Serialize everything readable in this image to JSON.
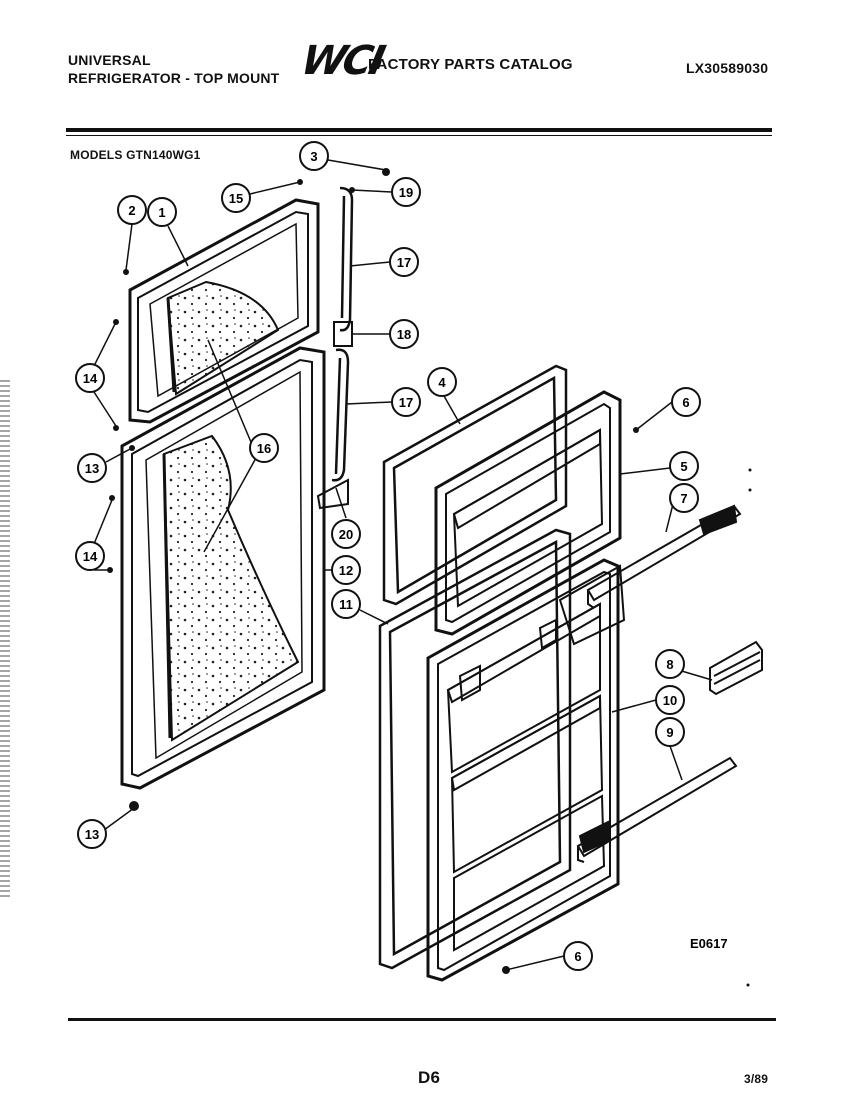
{
  "header": {
    "brand_line1": "UNIVERSAL",
    "brand_line2": "REFRIGERATOR - TOP MOUNT",
    "logo": "WCI",
    "catalog_title": "FACTORY PARTS CATALOG",
    "catalog_number": "LX30589030"
  },
  "models": "MODELS GTN140WG1",
  "callouts": {
    "c1": "1",
    "c2": "2",
    "c3": "3",
    "c4": "4",
    "c5": "5",
    "c6a": "6",
    "c6b": "6",
    "c7": "7",
    "c8": "8",
    "c9": "9",
    "c10": "10",
    "c11": "11",
    "c12": "12",
    "c13a": "13",
    "c13b": "13",
    "c14a": "14",
    "c14b": "14",
    "c15": "15",
    "c16": "16",
    "c17a": "17",
    "c17b": "17",
    "c18": "18",
    "c19": "19",
    "c20": "20"
  },
  "figure_code": "E0617",
  "footer": {
    "page": "D6",
    "date": "3/89"
  }
}
